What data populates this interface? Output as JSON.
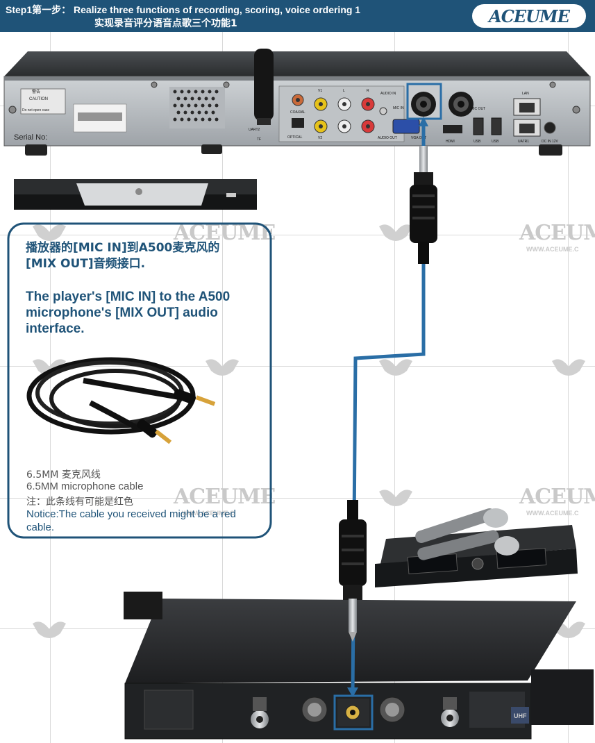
{
  "header": {
    "step_label": "Step1第一步：",
    "title_en": "Realize three functions of recording, scoring, voice ordering 1",
    "title_cn": "实现录音评分语音点歌三个功能1",
    "brand": "ACEUME"
  },
  "watermark": {
    "text": "ACEUME",
    "url": "WWW.ACEUME.C"
  },
  "player": {
    "caution_title": "警告",
    "caution_en": "CAUTION",
    "caution_note": "Do not open case",
    "serial_label": "Serial No:",
    "port_labels": [
      "COAXIAL",
      "OPTICAL",
      "V1",
      "V2",
      "L",
      "R",
      "AUDIO IN",
      "MIC IN",
      "AUDIO OUT",
      "VGA OUT",
      "HDMI",
      "USB",
      "USB",
      "MIC OUT",
      "LAN",
      "UATR1",
      "DC IN 12V",
      "UART2",
      "TF"
    ]
  },
  "instruction": {
    "cn_line1": "播放器的[MIC IN]到A500麦克风的",
    "cn_line2": "[MIX OUT]音频接口.",
    "en": "The player's [MIC IN] to the A500 microphone's [MIX OUT] audio interface."
  },
  "cable": {
    "caption_cn": "6.5MM 麦克风线",
    "caption_en": "6.5MM microphone cable",
    "notice_cn": "注：此条线有可能是红色",
    "notice_en": "Notice:The cable you received might be a red cable."
  },
  "receiver": {
    "brand": "UHF"
  },
  "colors": {
    "accent": "#1f5378",
    "highlight": "#2a6ea6"
  }
}
